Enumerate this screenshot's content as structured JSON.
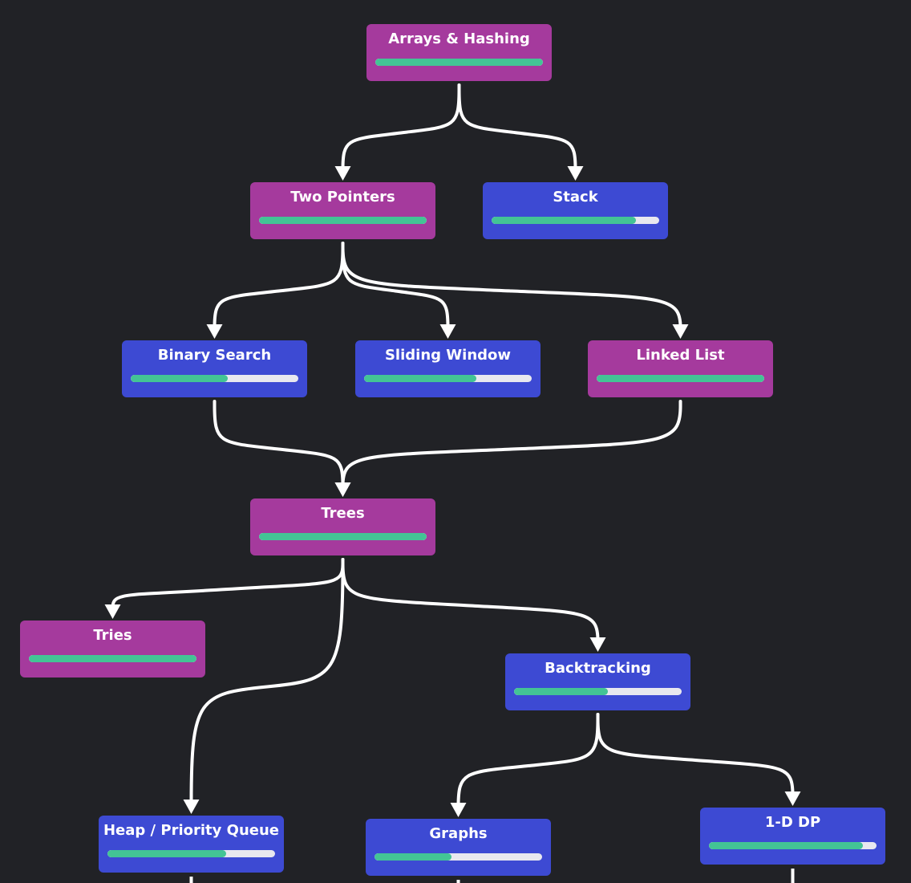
{
  "colors": {
    "background": "#212226",
    "completed": "#a53a9d",
    "in_progress": "#3d4ad3",
    "progress_fill": "#43c495",
    "progress_track": "#e8e8ef",
    "edge": "#ffffff"
  },
  "nodes": [
    {
      "id": "arrays-hashing",
      "label": "Arrays & Hashing",
      "status": "completed",
      "progress": 1.0
    },
    {
      "id": "two-pointers",
      "label": "Two Pointers",
      "status": "completed",
      "progress": 1.0
    },
    {
      "id": "stack",
      "label": "Stack",
      "status": "in_progress",
      "progress": 0.86
    },
    {
      "id": "binary-search",
      "label": "Binary Search",
      "status": "in_progress",
      "progress": 0.58
    },
    {
      "id": "sliding-window",
      "label": "Sliding Window",
      "status": "in_progress",
      "progress": 0.67
    },
    {
      "id": "linked-list",
      "label": "Linked List",
      "status": "completed",
      "progress": 1.0
    },
    {
      "id": "trees",
      "label": "Trees",
      "status": "completed",
      "progress": 1.0
    },
    {
      "id": "tries",
      "label": "Tries",
      "status": "completed",
      "progress": 1.0
    },
    {
      "id": "backtracking",
      "label": "Backtracking",
      "status": "in_progress",
      "progress": 0.56
    },
    {
      "id": "heap-priority-queue",
      "label": "Heap / Priority Queue",
      "status": "in_progress",
      "progress": 0.71
    },
    {
      "id": "graphs",
      "label": "Graphs",
      "status": "in_progress",
      "progress": 0.46
    },
    {
      "id": "one-d-dp",
      "label": "1-D DP",
      "status": "in_progress",
      "progress": 0.92
    }
  ],
  "edges": [
    {
      "from": "arrays-hashing",
      "to": "two-pointers"
    },
    {
      "from": "arrays-hashing",
      "to": "stack"
    },
    {
      "from": "two-pointers",
      "to": "binary-search"
    },
    {
      "from": "two-pointers",
      "to": "sliding-window"
    },
    {
      "from": "two-pointers",
      "to": "linked-list"
    },
    {
      "from": "binary-search",
      "to": "trees"
    },
    {
      "from": "linked-list",
      "to": "trees"
    },
    {
      "from": "trees",
      "to": "tries"
    },
    {
      "from": "trees",
      "to": "heap-priority-queue"
    },
    {
      "from": "trees",
      "to": "backtracking"
    },
    {
      "from": "backtracking",
      "to": "graphs"
    },
    {
      "from": "backtracking",
      "to": "one-d-dp"
    }
  ]
}
